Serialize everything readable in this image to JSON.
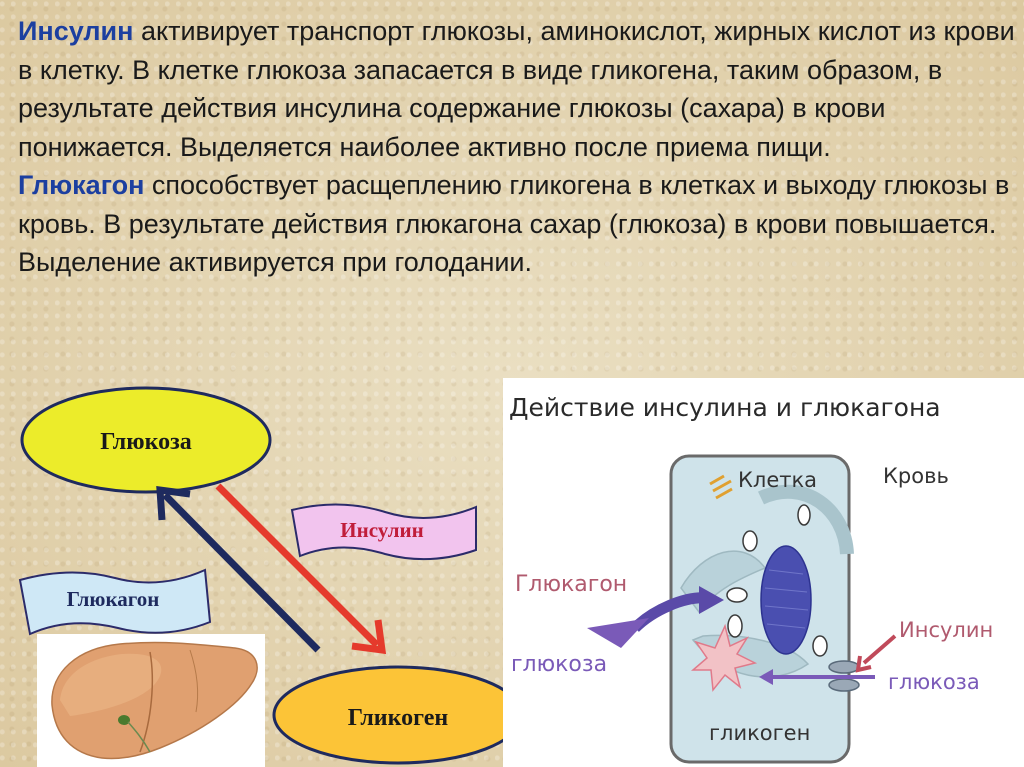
{
  "paragraphs": [
    {
      "keyword": "Инсулин",
      "text": " активирует транспорт глюкозы, аминокислот, жирных кислот из крови в клетку. В клетке глюкоза запасается в виде гликогена, таким образом, в результате действия инсулина содержание глюкозы (сахара) в крови понижается. Выделяется наиболее активно после приема пищи."
    },
    {
      "keyword": "Глюкагон",
      "text": " способствует расщеплению гликогена в клетках и выходу глюкозы в кровь. В результате действия глюкагона сахар (глюкоза) в крови повышается. Выделение активируется при голодании."
    }
  ],
  "scheme": {
    "glucose": "Глюкоза",
    "glycogen": "Гликоген",
    "insulin": "Инсулин",
    "glucagon": "Глюкагон"
  },
  "cell_diagram": {
    "title": "Действие инсулина и глюкагона",
    "cell": "Клетка",
    "blood": "Кровь",
    "glucagon": "Глюкагон",
    "glucose_out": "глюкоза",
    "insulin": "Инсулин",
    "glucose_in": "глюкоза",
    "glycogen": "гликоген"
  },
  "colors": {
    "keyword": "#1c3fa0",
    "glucose_oval": "#ecec2a",
    "glycogen_oval": "#fcc437",
    "insulin_arrow": "#e53a2c",
    "glucagon_arrow": "#1e2a5e",
    "insulin_label_bg": "#f2c4ee",
    "glucagon_label_bg": "#cfe8f6",
    "cell_fill": "#cfe3ea",
    "diagram_label": "#b05a6e",
    "diagram_purple": "#7a5ab8"
  }
}
